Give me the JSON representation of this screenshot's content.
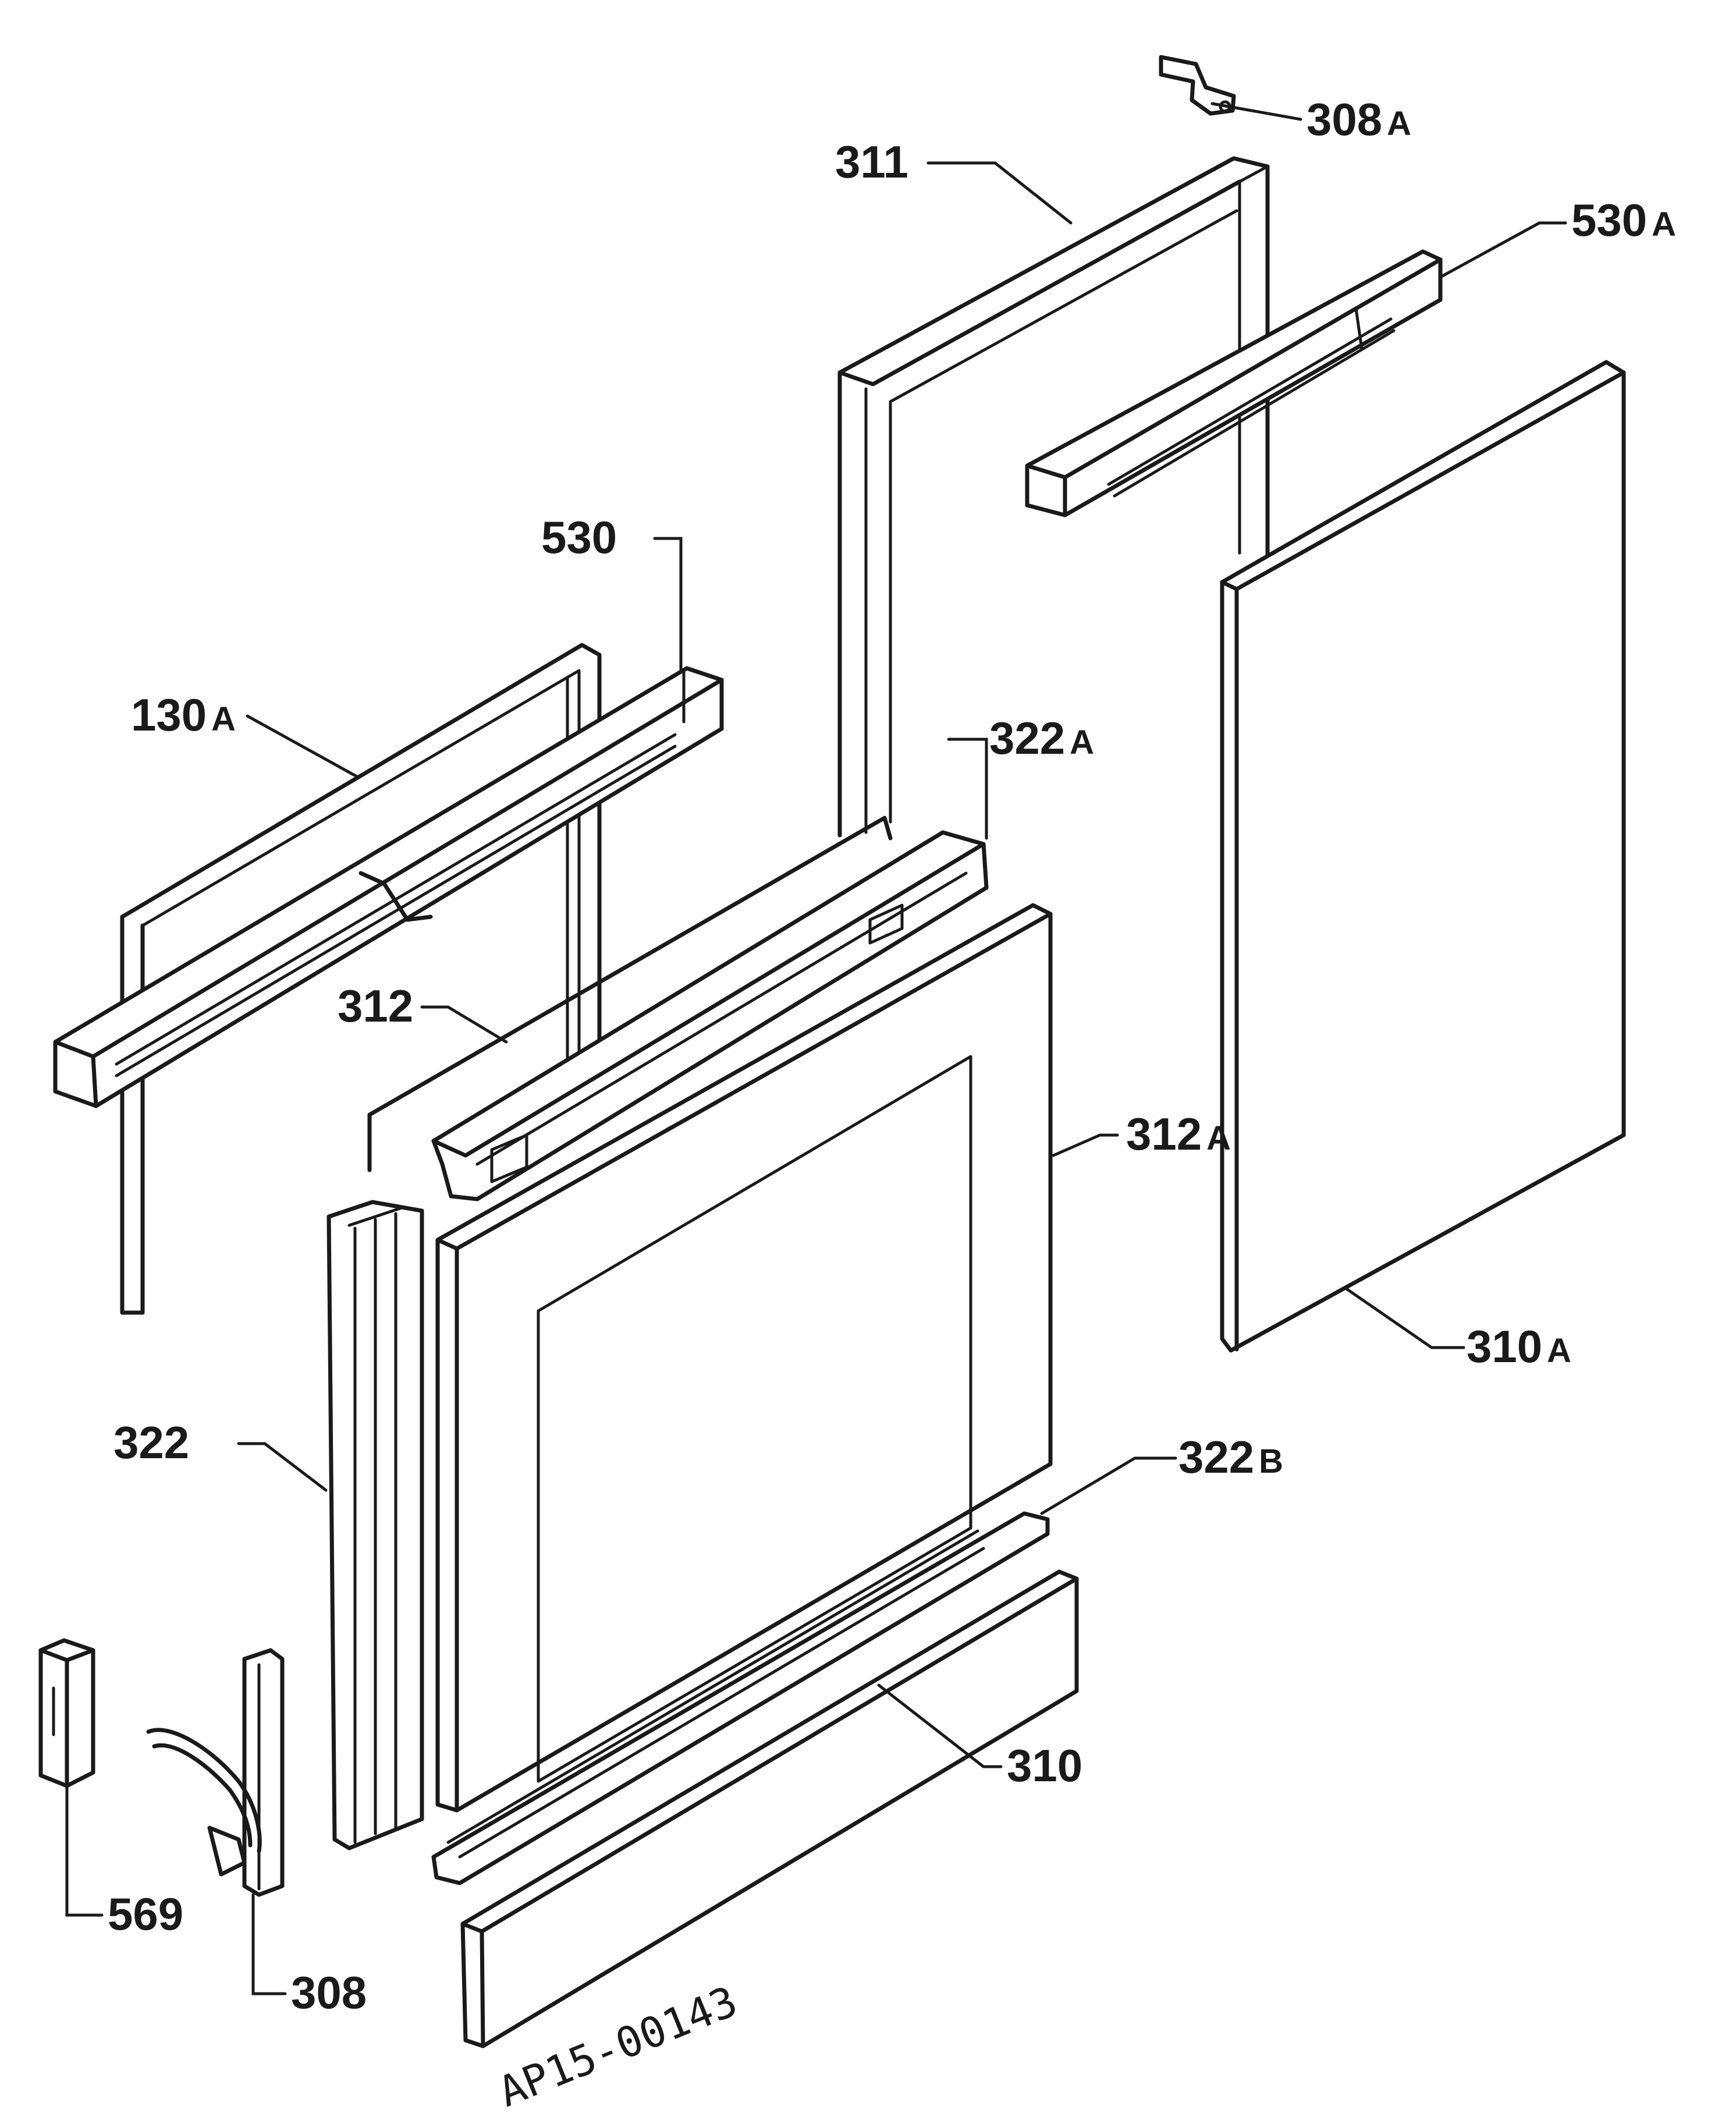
{
  "diagram": {
    "labels": {
      "p308A": {
        "num": "308",
        "suf": "A"
      },
      "p311": {
        "num": "311"
      },
      "p530A": {
        "num": "530",
        "suf": "A"
      },
      "p530": {
        "num": "530"
      },
      "p130A": {
        "num": "130",
        "suf": "A"
      },
      "p322A": {
        "num": "322",
        "suf": "A"
      },
      "p312": {
        "num": "312"
      },
      "p312A": {
        "num": "312",
        "suf": "A"
      },
      "p310A": {
        "num": "310",
        "suf": "A"
      },
      "p322": {
        "num": "322"
      },
      "p322B": {
        "num": "322",
        "suf": "B"
      },
      "p569": {
        "num": "569"
      },
      "p310": {
        "num": "310"
      },
      "p308": {
        "num": "308"
      }
    },
    "drawing_code": "AP15-00143"
  }
}
